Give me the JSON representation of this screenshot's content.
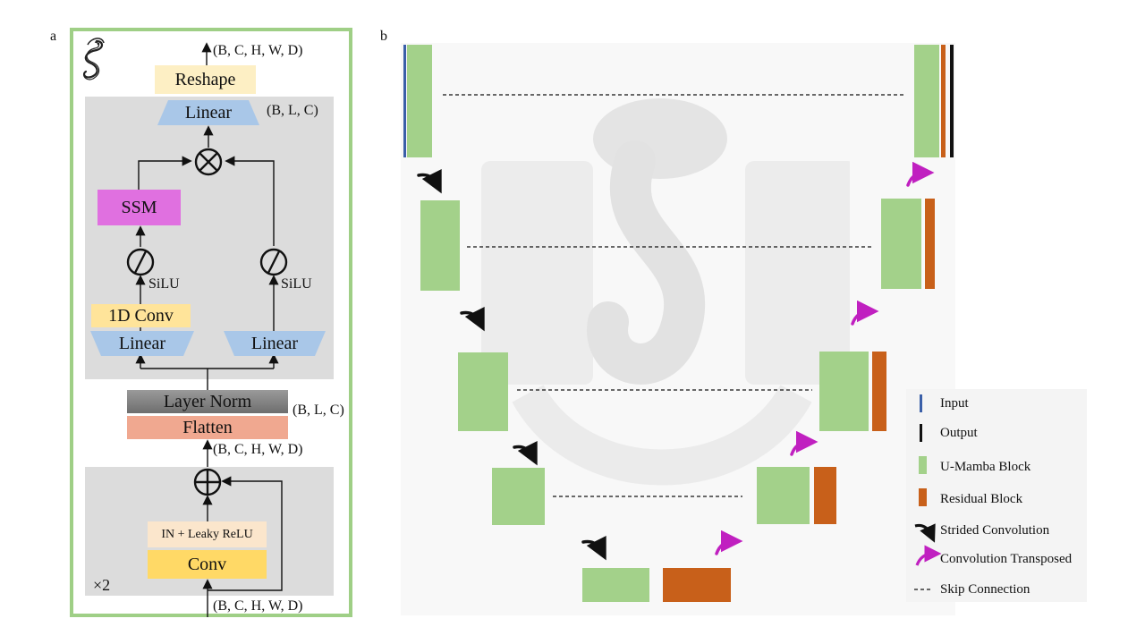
{
  "panel_a": {
    "letter": "a",
    "top_shape": "(B, C, H, W, D)",
    "reshape": "Reshape",
    "linear_top": "Linear",
    "blc_top": "(B, L, C)",
    "ssm": "SSM",
    "silu_left": "SiLU",
    "silu_right": "SiLU",
    "conv1d": "1D Conv",
    "linear_left": "Linear",
    "linear_right": "Linear",
    "layer_norm": "Layer Norm",
    "flatten": "Flatten",
    "blc_mid": "(B, L, C)",
    "mid_shape": "(B, C, H, W, D)",
    "in_relu": "IN + Leaky ReLU",
    "conv": "Conv",
    "repeat": "×2",
    "bottom_shape": "(B, C, H, W, D)",
    "icon": "snake-icon"
  },
  "panel_b": {
    "letter": "b",
    "legend": {
      "input": "Input",
      "output": "Output",
      "umamba": "U-Mamba Block",
      "residual": "Residual Block",
      "strided": "Strided Convolution",
      "transposed": "Convolution Transposed",
      "skip": "Skip Connection"
    }
  },
  "colors": {
    "frame_green": "#9fcf86",
    "umamba_green": "#a3d18a",
    "residual_orange": "#c8601a",
    "input_blue": "#3a5fa8",
    "output_black": "#111111",
    "ssm_magenta": "#e070e0",
    "conv_yellow": "#ffd966",
    "conv1d_yellow": "#ffe49a",
    "reshape_cream": "#fdefc4",
    "linear_blue": "#a9c7e8",
    "layernorm_gray": "#7f7f7f",
    "flatten_salmon": "#f0a890",
    "inrelu_cream": "#fbe6cc",
    "gray_block": "#dcdcdc",
    "arrow_magenta": "#c020c0"
  }
}
